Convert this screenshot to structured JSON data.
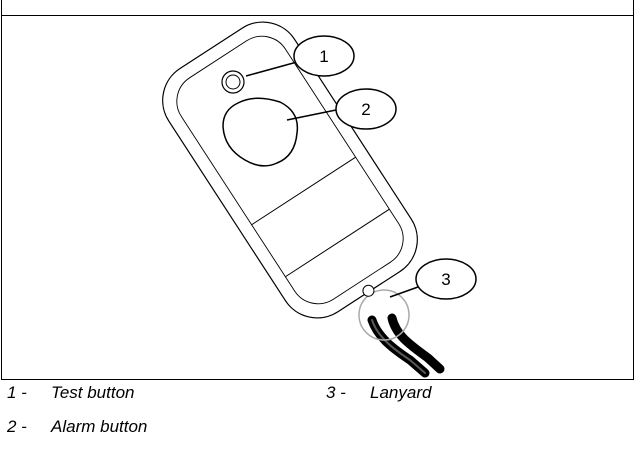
{
  "callouts": [
    {
      "number": "1"
    },
    {
      "number": "2"
    },
    {
      "number": "3"
    }
  ],
  "legend": [
    {
      "number": "1 -",
      "label": "Test button"
    },
    {
      "number": "3 -",
      "label": "Lanyard"
    },
    {
      "number": "2 -",
      "label": "Alarm button"
    }
  ]
}
